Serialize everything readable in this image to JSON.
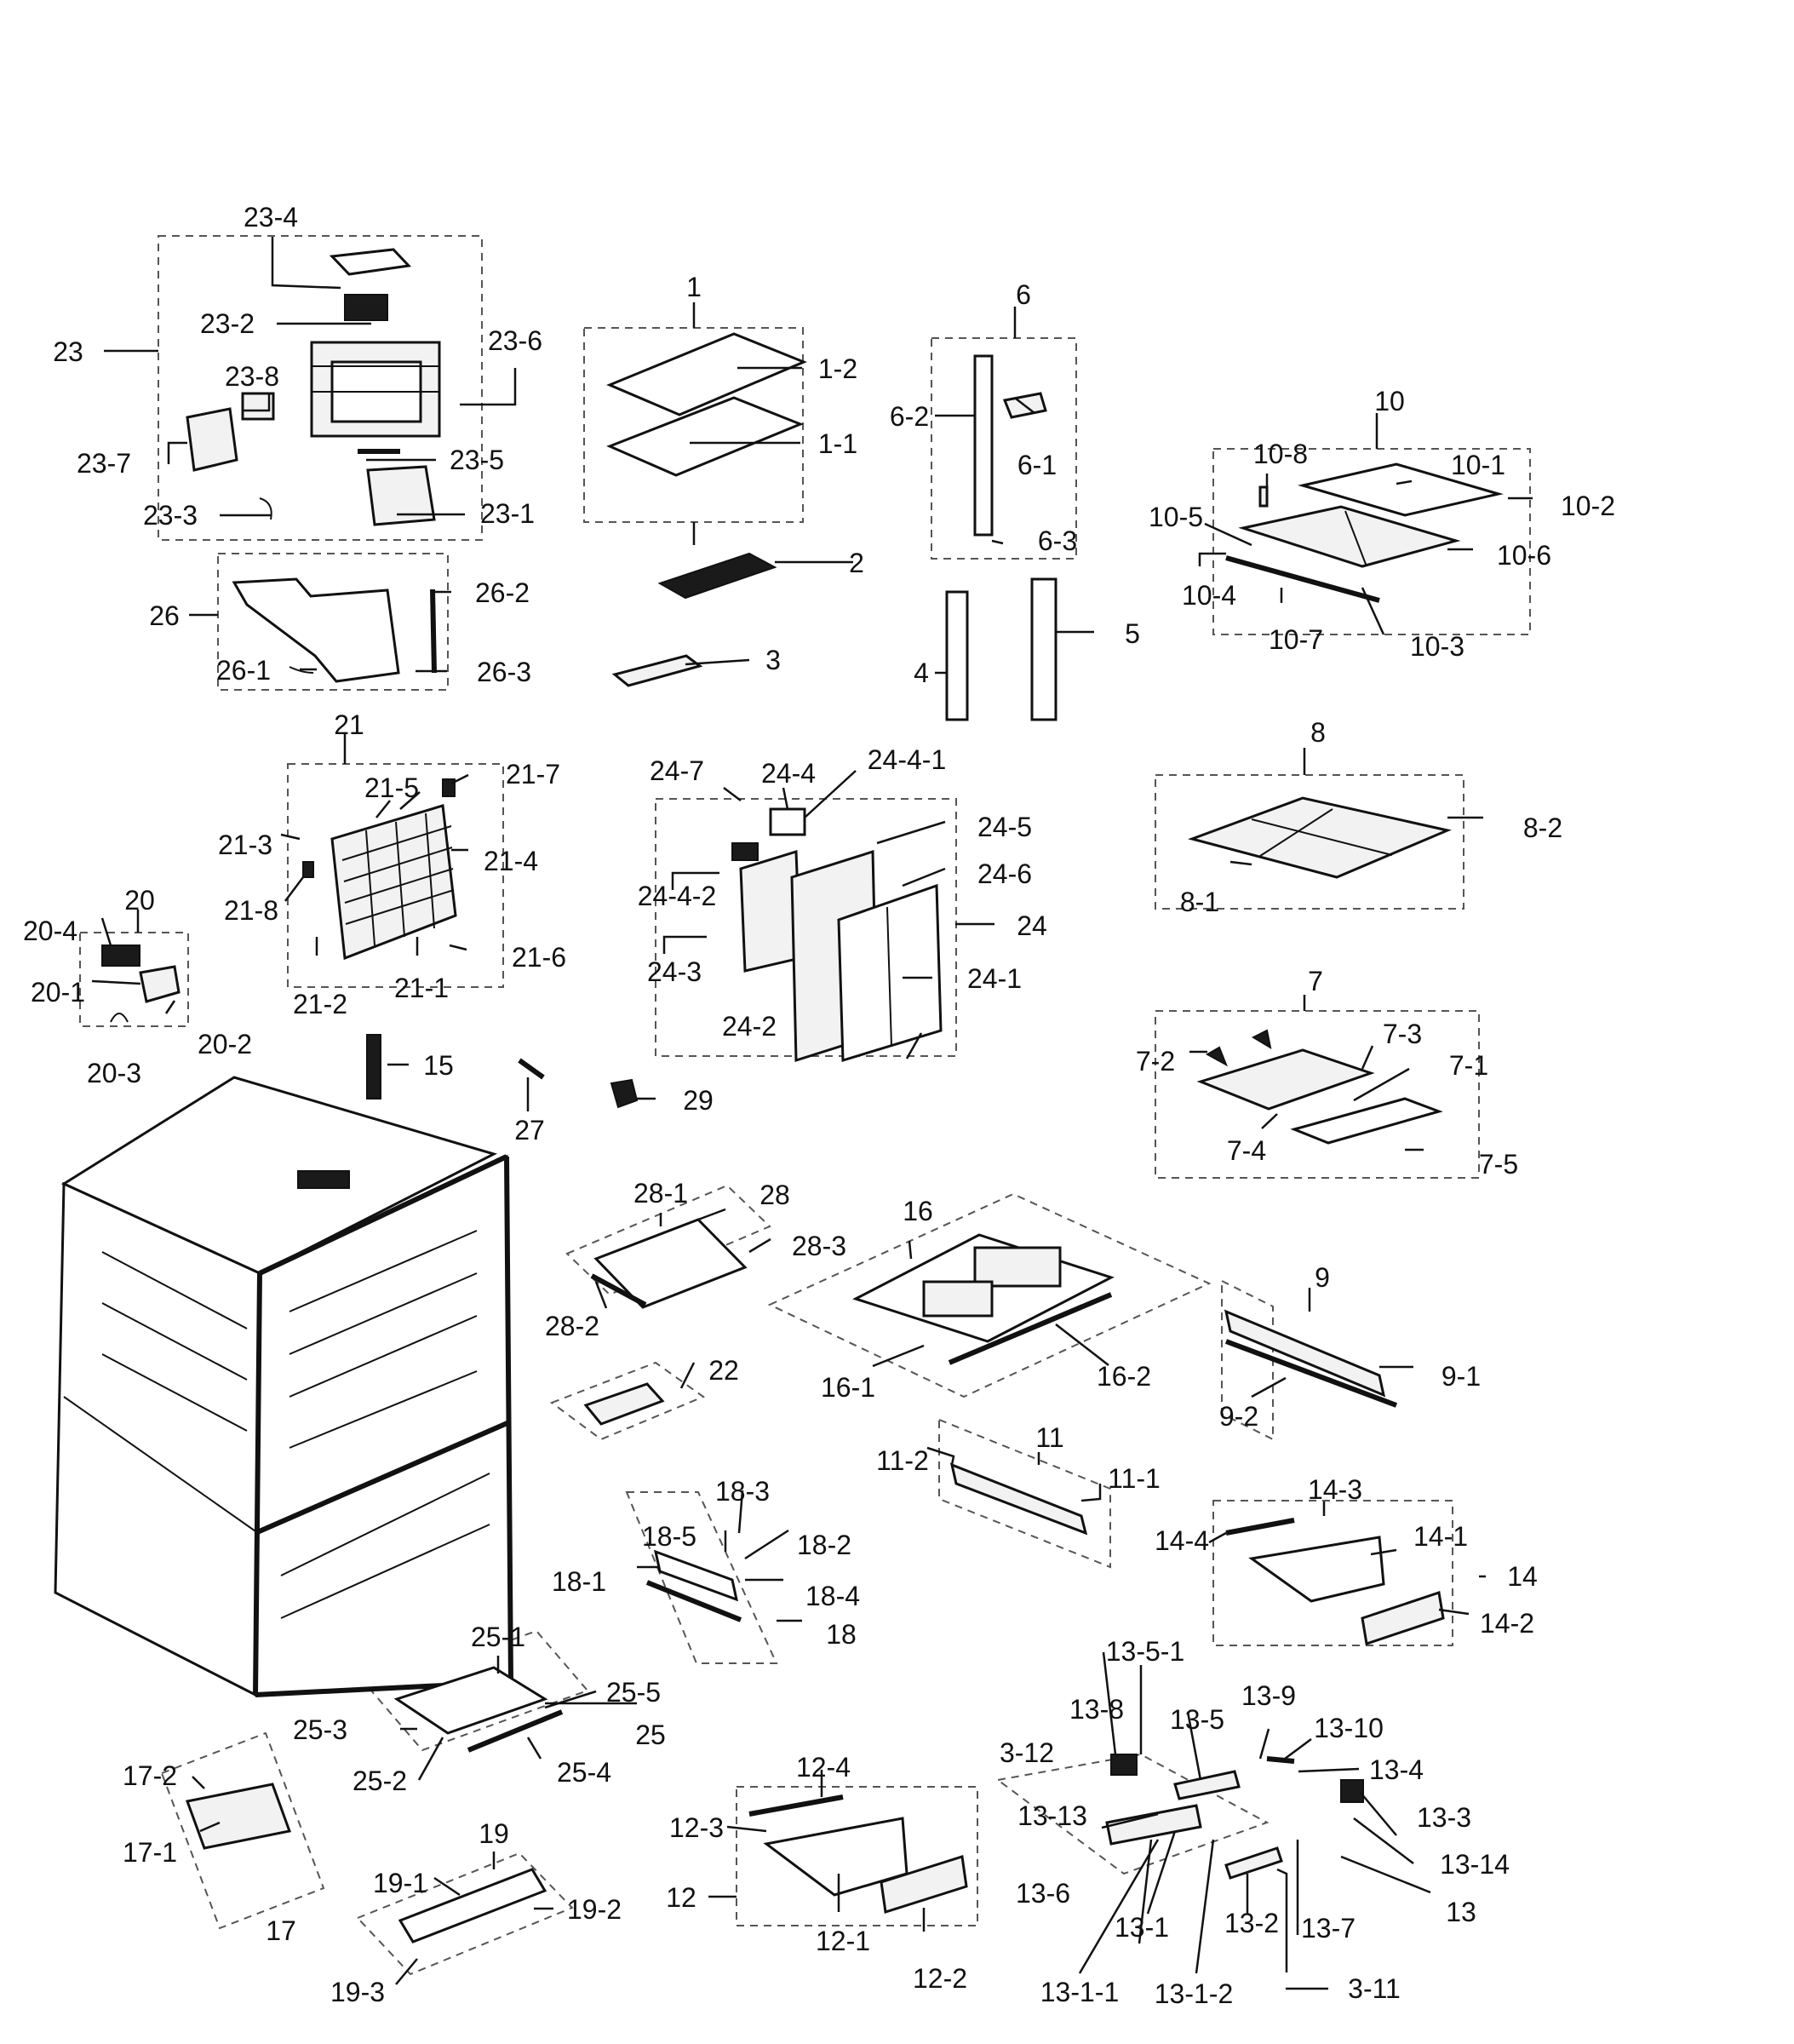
{
  "labels": {
    "l1": "1",
    "l1_1": "1-1",
    "l1_2": "1-2",
    "l2": "2",
    "l3": "3",
    "l4": "4",
    "l5": "5",
    "l6": "6",
    "l6_1": "6-1",
    "l6_2": "6-2",
    "l6_3": "6-3",
    "l7": "7",
    "l7_1": "7-1",
    "l7_2": "7-2",
    "l7_3": "7-3",
    "l7_4": "7-4",
    "l7_5": "7-5",
    "l8": "8",
    "l8_1": "8-1",
    "l8_2": "8-2",
    "l9": "9",
    "l9_1": "9-1",
    "l9_2": "9-2",
    "l10": "10",
    "l10_1": "10-1",
    "l10_2": "10-2",
    "l10_3": "10-3",
    "l10_4": "10-4",
    "l10_5": "10-5",
    "l10_6": "10-6",
    "l10_7": "10-7",
    "l10_8": "10-8",
    "l11": "11",
    "l11_1": "11-1",
    "l11_2": "11-2",
    "l12": "12",
    "l12_1": "12-1",
    "l12_2": "12-2",
    "l12_3": "12-3",
    "l12_4": "12-4",
    "l13": "13",
    "l13_1": "13-1",
    "l13_1_1": "13-1-1",
    "l13_1_2": "13-1-2",
    "l13_2": "13-2",
    "l13_3": "13-3",
    "l13_4": "13-4",
    "l13_5": "13-5",
    "l13_5_1": "13-5-1",
    "l13_6": "13-6",
    "l13_7": "13-7",
    "l13_8": "13-8",
    "l13_9": "13-9",
    "l13_10": "13-10",
    "l13_13": "13-13",
    "l13_14": "13-14",
    "l3_11": "3-11",
    "l3_12": "3-12",
    "l14": "14",
    "l14_1": "14-1",
    "l14_2": "14-2",
    "l14_3": "14-3",
    "l14_4": "14-4",
    "l15": "15",
    "l16": "16",
    "l16_1": "16-1",
    "l16_2": "16-2",
    "l17": "17",
    "l17_1": "17-1",
    "l17_2": "17-2",
    "l18": "18",
    "l18_1": "18-1",
    "l18_2": "18-2",
    "l18_3": "18-3",
    "l18_4": "18-4",
    "l18_5": "18-5",
    "l19": "19",
    "l19_1": "19-1",
    "l19_2": "19-2",
    "l19_3": "19-3",
    "l20": "20",
    "l20_1": "20-1",
    "l20_2": "20-2",
    "l20_3": "20-3",
    "l20_4": "20-4",
    "l21": "21",
    "l21_1": "21-1",
    "l21_2": "21-2",
    "l21_3": "21-3",
    "l21_4": "21-4",
    "l21_5": "21-5",
    "l21_6": "21-6",
    "l21_7": "21-7",
    "l21_8": "21-8",
    "l22": "22",
    "l23": "23",
    "l23_1": "23-1",
    "l23_2": "23-2",
    "l23_3": "23-3",
    "l23_4": "23-4",
    "l23_5": "23-5",
    "l23_6": "23-6",
    "l23_7": "23-7",
    "l23_8": "23-8",
    "l24": "24",
    "l24_1": "24-1",
    "l24_2": "24-2",
    "l24_3": "24-3",
    "l24_4": "24-4",
    "l24_4_1": "24-4-1",
    "l24_4_2": "24-4-2",
    "l24_5": "24-5",
    "l24_6": "24-6",
    "l24_7": "24-7",
    "l25": "25",
    "l25_1": "25-1",
    "l25_2": "25-2",
    "l25_3": "25-3",
    "l25_4": "25-4",
    "l25_5": "25-5",
    "l26": "26",
    "l26_1": "26-1",
    "l26_2": "26-2",
    "l26_3": "26-3",
    "l27": "27",
    "l28": "28",
    "l28_1": "28-1",
    "l28_2": "28-2",
    "l28_3": "28-3",
    "l29": "29"
  }
}
